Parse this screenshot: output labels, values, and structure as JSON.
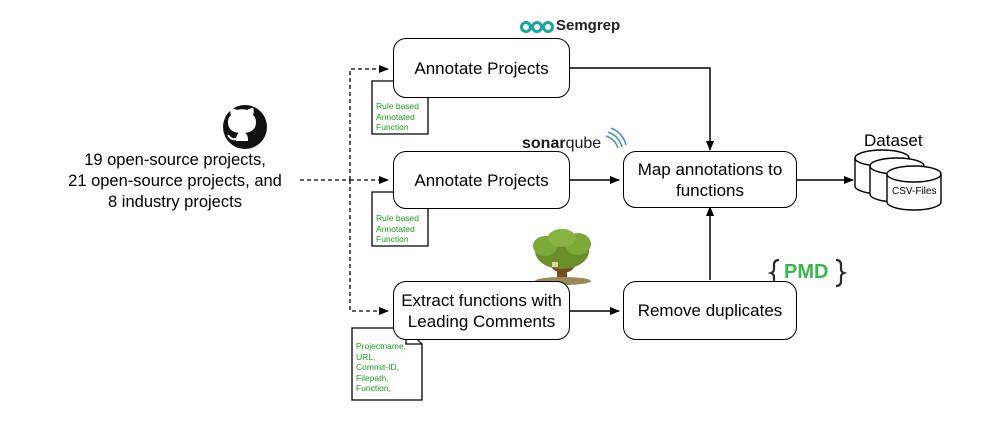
{
  "source": {
    "lines": [
      "19 open-source projects,",
      "21 open-source projects, and",
      "8 industry projects"
    ]
  },
  "logos": {
    "semgrep": "Semgrep",
    "sonar_a": "sonar",
    "sonar_b": "qube",
    "pmd": "PMD"
  },
  "boxes": {
    "annotate1": "Annotate Projects",
    "annotate2": "Annotate Projects",
    "extract_l1": "Extract functions with",
    "extract_l2": "Leading Comments",
    "map_l1": "Map annotations to",
    "map_l2": "functions",
    "remove": "Remove duplicates"
  },
  "notes": {
    "note1": [
      "Rule based",
      "Annotated",
      "Function"
    ],
    "note2": [
      "Rule based",
      "Annotated",
      "Function"
    ],
    "note3": [
      "Projectname,",
      "URL,",
      "Commit-ID,",
      "Filepath,",
      "Function,"
    ]
  },
  "dataset": {
    "title": "Dataset",
    "label": "CSV-Files"
  },
  "colors": {
    "semgrep": "#1aa5a5",
    "sonar_wave": "#4a90c8",
    "pmd": "#3cb54a",
    "note_text": "#1f9b1f"
  }
}
